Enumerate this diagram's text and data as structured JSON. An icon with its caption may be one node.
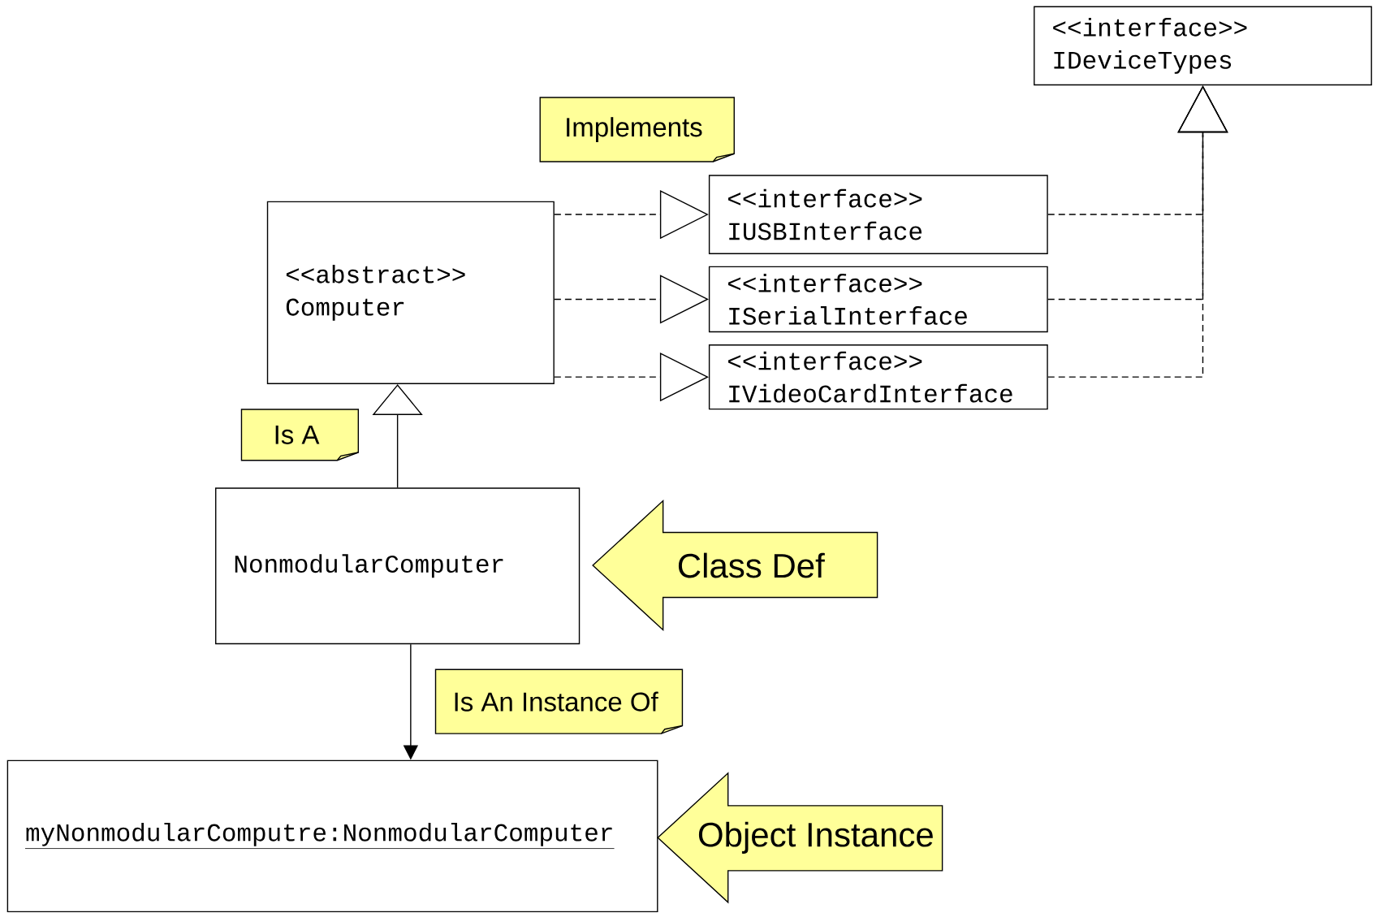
{
  "diagram": {
    "nodes": [
      {
        "text": [
          "<<interface>>",
          "IDeviceTypes"
        ]
      },
      {
        "text": [
          "Implements"
        ]
      },
      {
        "text": [
          "<<abstract>>",
          "Computer"
        ]
      },
      {
        "text": [
          "<<interface>>",
          "IUSBInterface"
        ]
      },
      {
        "text": [
          "<<interface>>",
          "ISerialInterface"
        ]
      },
      {
        "text": [
          "<<interface>>",
          "IVideoCardInterface"
        ]
      },
      {
        "text": [
          "Is A"
        ]
      },
      {
        "text": [
          "NonmodularComputer"
        ]
      },
      {
        "text": [
          "Class Def"
        ]
      },
      {
        "text": [
          "Is An Instance Of"
        ]
      },
      {
        "text": [
          "myNonmodularComputre:NonmodularComputer"
        ]
      },
      {
        "text": [
          "Object Instance"
        ]
      }
    ],
    "edges": [
      {
        "from": 2,
        "to": 3,
        "arrow": "to",
        "style": "dashed"
      },
      {
        "from": 2,
        "to": 4,
        "arrow": "to",
        "style": "dashed"
      },
      {
        "from": 2,
        "to": 5,
        "arrow": "to",
        "style": "dashed"
      },
      {
        "from": 3,
        "to": 0,
        "arrow": "to",
        "style": "dashed"
      },
      {
        "from": 4,
        "to": 0,
        "arrow": "to",
        "style": "dashed"
      },
      {
        "from": 5,
        "to": 0,
        "arrow": "to",
        "style": "dashed"
      },
      {
        "from": 7,
        "to": 2,
        "arrow": "to"
      },
      {
        "from": 7,
        "to": 10,
        "arrow": "to"
      }
    ]
  }
}
